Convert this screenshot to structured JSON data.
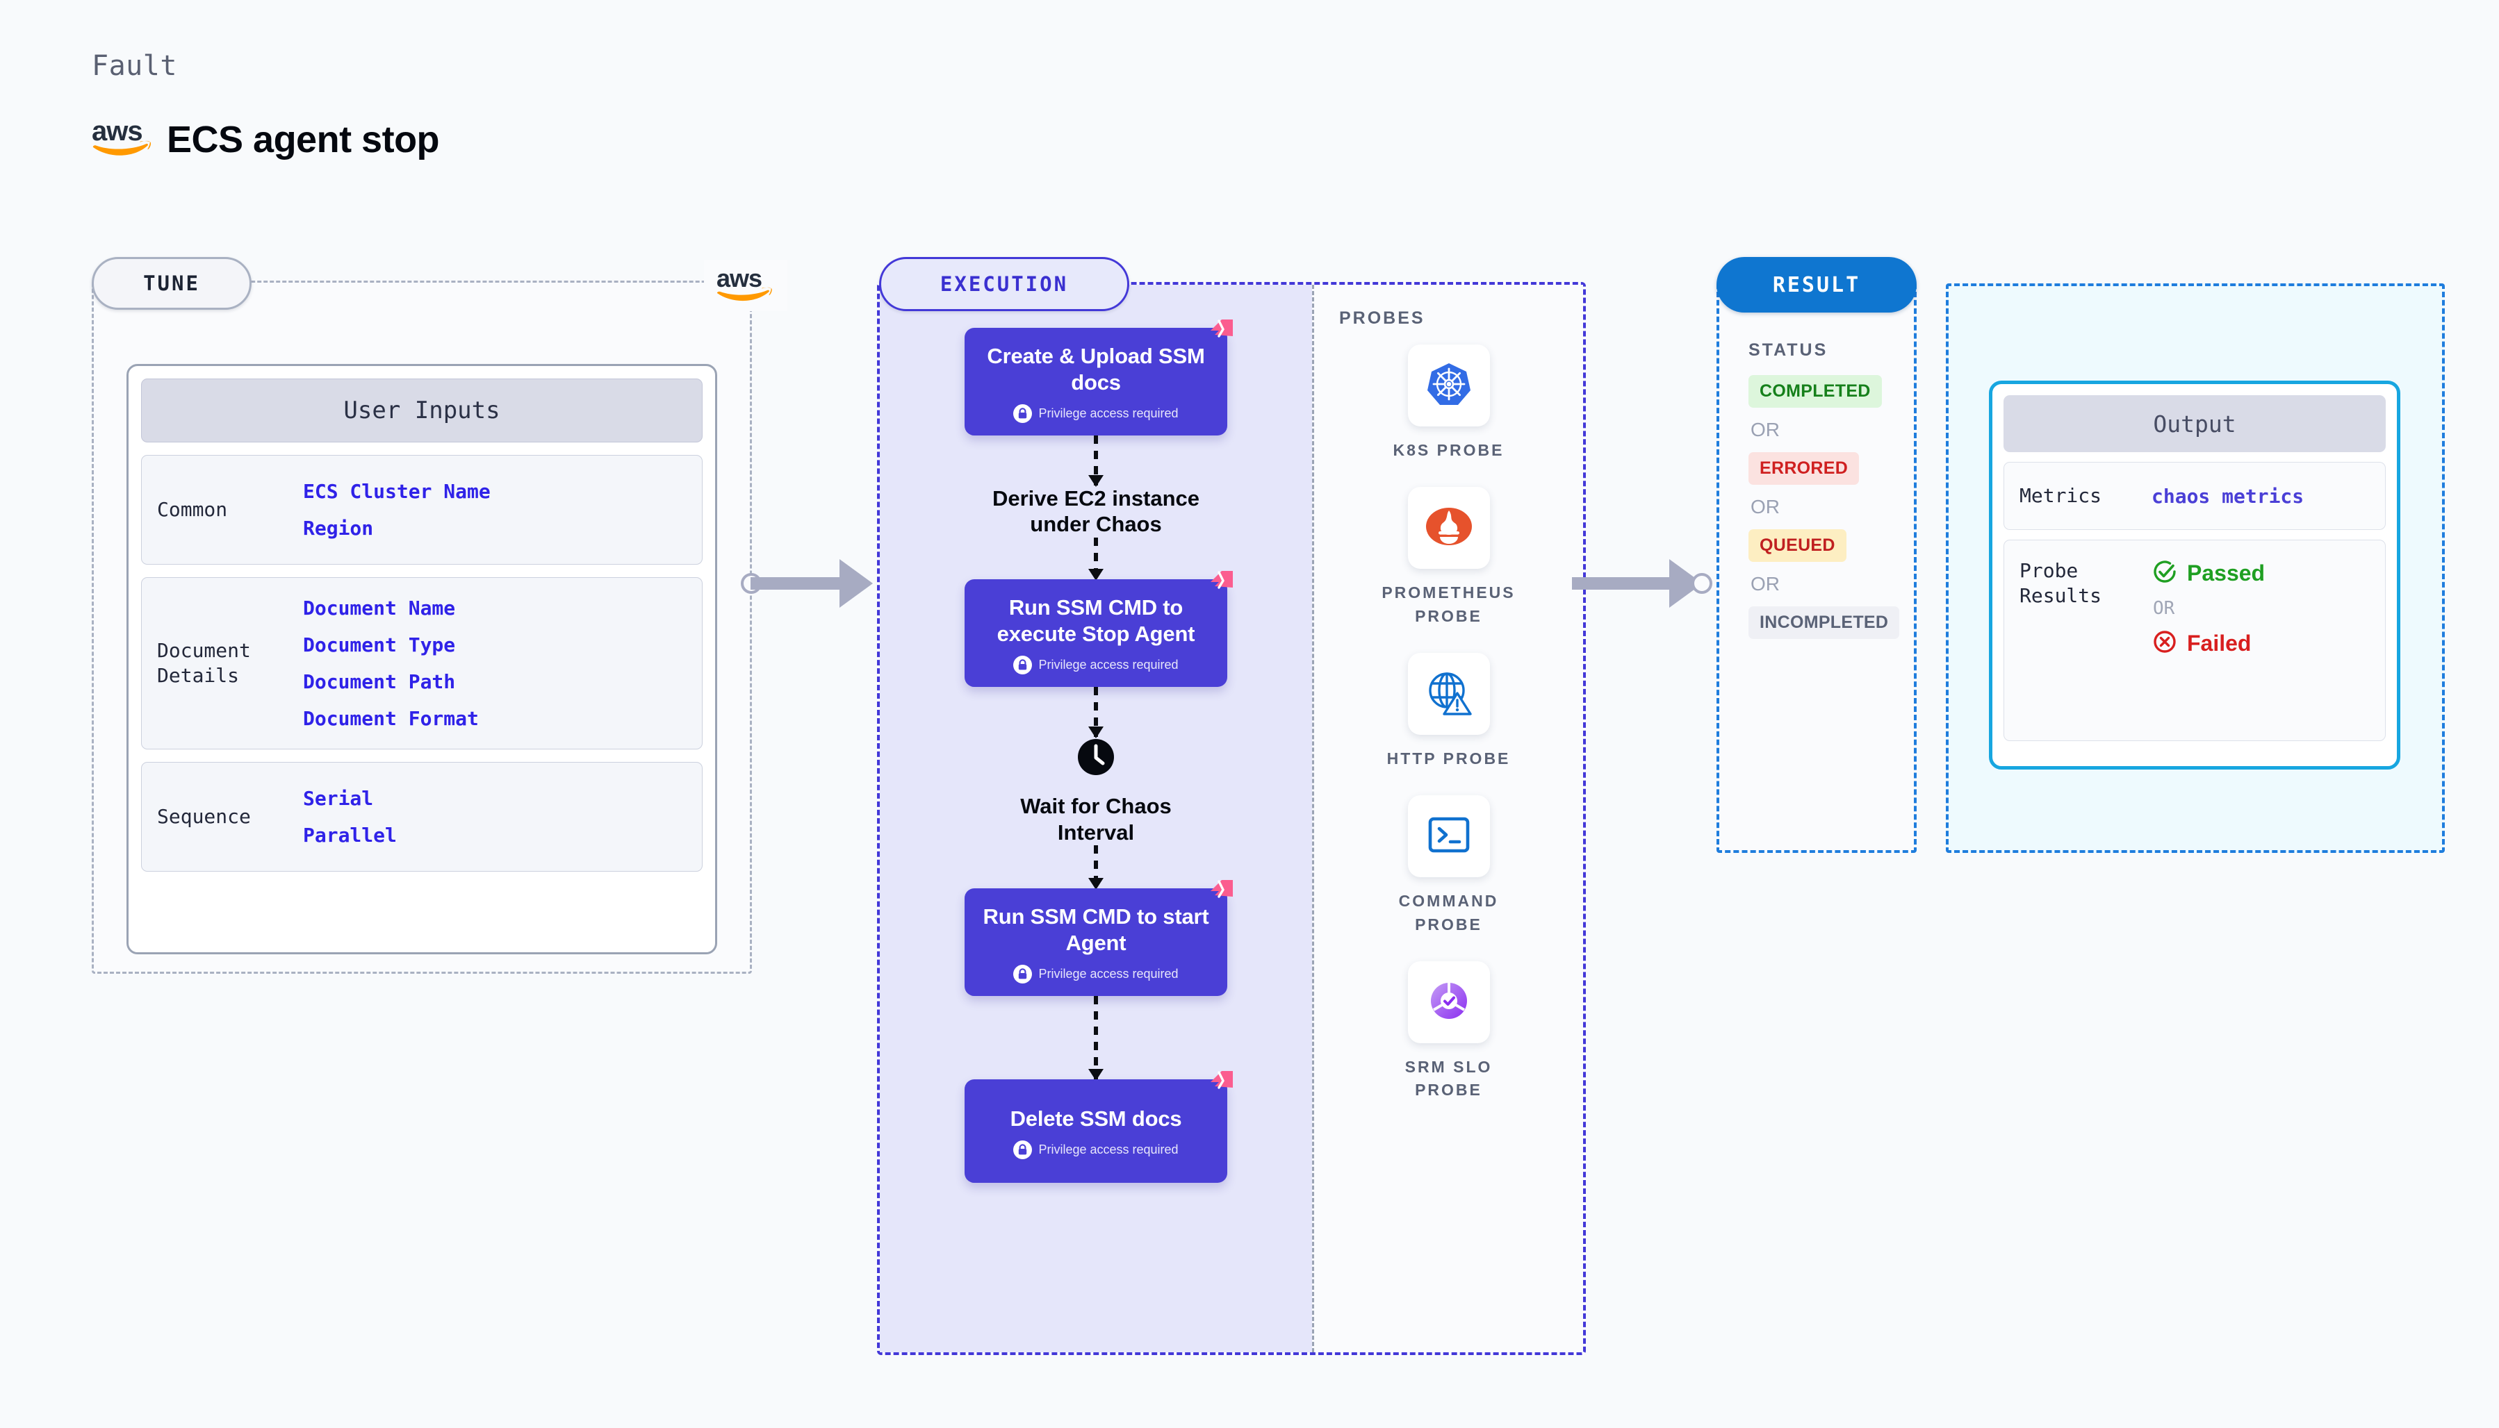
{
  "header": {
    "kicker": "Fault",
    "title": "ECS agent stop",
    "logo_icon": "aws-logo"
  },
  "tune": {
    "pill_label": "TUNE",
    "logo_icon": "aws-logo",
    "card_title": "User Inputs",
    "groups": [
      {
        "label": "Common",
        "values": [
          "ECS Cluster Name",
          "Region"
        ]
      },
      {
        "label": "Document\nDetails",
        "values": [
          "Document Name",
          "Document Type",
          "Document Path",
          "Document Format"
        ]
      },
      {
        "label": "Sequence",
        "values": [
          "Serial",
          "Parallel"
        ]
      }
    ]
  },
  "execution": {
    "pill_label": "EXECUTION",
    "privilege_note": "Privilege access required",
    "nodes": [
      {
        "type": "task",
        "title": "Create & Upload SSM docs",
        "privileged": true,
        "flag_icon": "litmus-flag-icon",
        "lock_icon": "lock-icon"
      },
      {
        "type": "plain",
        "title": "Derive EC2 instance under Chaos"
      },
      {
        "type": "task",
        "title": "Run SSM CMD to execute Stop Agent",
        "privileged": true,
        "flag_icon": "litmus-flag-icon",
        "lock_icon": "lock-icon"
      },
      {
        "type": "wait",
        "title": "Wait for Chaos Interval",
        "icon": "clock-icon"
      },
      {
        "type": "task",
        "title": "Run SSM CMD to start Agent",
        "privileged": true,
        "flag_icon": "litmus-flag-icon",
        "lock_icon": "lock-icon"
      },
      {
        "type": "task",
        "title": "Delete SSM docs",
        "privileged": true,
        "flag_icon": "litmus-flag-icon",
        "lock_icon": "lock-icon"
      }
    ],
    "probes_title": "PROBES",
    "probes": [
      {
        "label": "K8S PROBE",
        "icon": "kubernetes-icon"
      },
      {
        "label": "PROMETHEUS PROBE",
        "icon": "prometheus-icon"
      },
      {
        "label": "HTTP PROBE",
        "icon": "http-globe-icon"
      },
      {
        "label": "COMMAND PROBE",
        "icon": "terminal-icon"
      },
      {
        "label": "SRM SLO PROBE",
        "icon": "srm-slo-icon"
      }
    ]
  },
  "result": {
    "pill_label": "RESULT",
    "status_title": "STATUS",
    "or_label": "OR",
    "statuses": [
      {
        "label": "COMPLETED",
        "style": "completed"
      },
      {
        "label": "ERRORED",
        "style": "errored"
      },
      {
        "label": "QUEUED",
        "style": "queued"
      },
      {
        "label": "INCOMPLETED",
        "style": "incompleted"
      }
    ],
    "output": {
      "title": "Output",
      "metrics_label": "Metrics",
      "metrics_value": "chaos metrics",
      "probe_results_label": "Probe\nResults",
      "passed_label": "Passed",
      "failed_label": "Failed",
      "or_label": "OR",
      "passed_icon": "check-circle-icon",
      "failed_icon": "x-circle-icon"
    }
  },
  "colors": {
    "node_purple": "#4a3fd6",
    "exec_border": "#4338d8",
    "result_blue": "#0f76d0",
    "output_border": "#17a6e0",
    "flag_pink": "#fb5d8f",
    "aws_orange": "#ff9900",
    "value_blue": "#2f22e8",
    "passed_green": "#1f9f22",
    "failed_red": "#d81f1f"
  }
}
